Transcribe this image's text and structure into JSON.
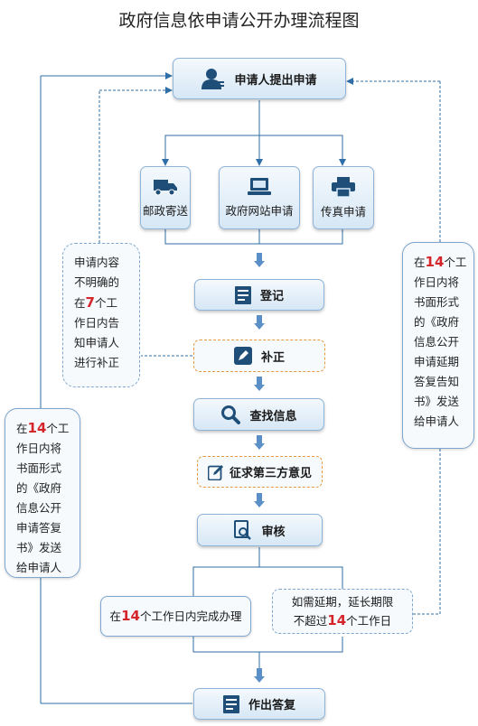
{
  "title": "政府信息依申请公开办理流程图",
  "steps": {
    "apply": "申请人提出申请",
    "mail": "邮政寄送",
    "web": "政府网站申请",
    "fax": "传真申请",
    "register": "登记",
    "supplement": "补正",
    "search": "查找信息",
    "third_party": "征求第三方意见",
    "review": "审核",
    "complete": {
      "pre": "在",
      "days": "14",
      "post": "个工作日内完成办理"
    },
    "extend": {
      "line1": "如需延期，延长期限",
      "pre": "不超过",
      "days": "14",
      "post": "个工作日"
    },
    "reply": "作出答复"
  },
  "notes": {
    "unclear": {
      "l1": "申请内容",
      "l2": "不明确的",
      "pre": "在",
      "days": "7",
      "l3post": "个工",
      "l4": "作日内告",
      "l5": "知申请人",
      "l6": "进行补正"
    },
    "left": {
      "pre": "在",
      "days": "14",
      "l1post": "个工",
      "l2": "作日内将",
      "l3": "书面形式",
      "l4": "的《政府",
      "l5": "信息公开",
      "l6": "申请答复",
      "l7": "书》发送",
      "l8": "给申请人"
    },
    "right": {
      "pre": "在",
      "days": "14",
      "l1post": "个工",
      "l2": "作日内将",
      "l3": "书面形式",
      "l4": "的《政府",
      "l5": "信息公开",
      "l6": "申请延期",
      "l7": "答复告知",
      "l8": "书》发送",
      "l9": "给申请人"
    }
  },
  "colors": {
    "line": "#2f6ea6",
    "accent": "#d4252b",
    "icon": "#1f4e79",
    "dash_orange": "#e39a3a"
  }
}
